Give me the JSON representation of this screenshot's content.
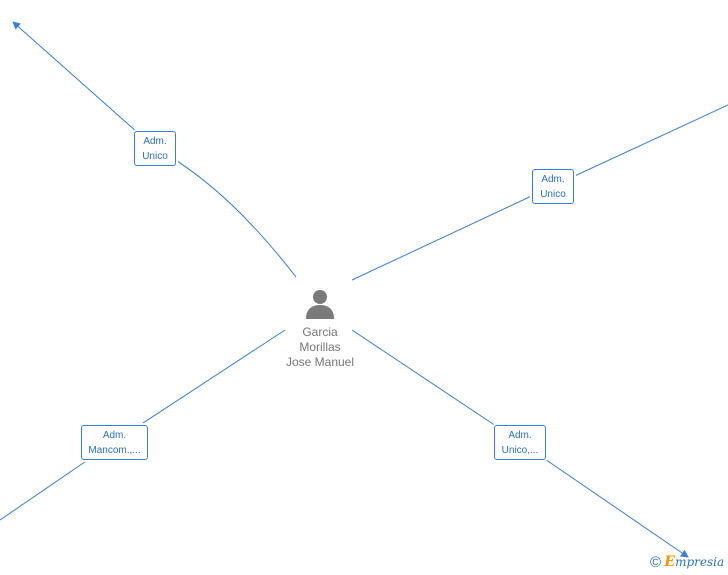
{
  "person": {
    "name_lines": [
      "Garcia",
      "Morillas",
      "Jose Manuel"
    ],
    "icon": "person-silhouette-icon"
  },
  "relations": [
    {
      "line1": "Adm.",
      "line2": "Unico"
    },
    {
      "line1": "Adm.",
      "line2": "Unico"
    },
    {
      "line1": "Adm.",
      "line2": "Mancom.,..."
    },
    {
      "line1": "Adm.",
      "line2": "Unico,..."
    }
  ],
  "brand": {
    "copyright": "©",
    "initial": "E",
    "rest": "mpresia"
  },
  "colors": {
    "edge": "#3a7fd5",
    "label": "#2e6fc3",
    "person": "#777777",
    "brand_accent": "#f29400"
  }
}
